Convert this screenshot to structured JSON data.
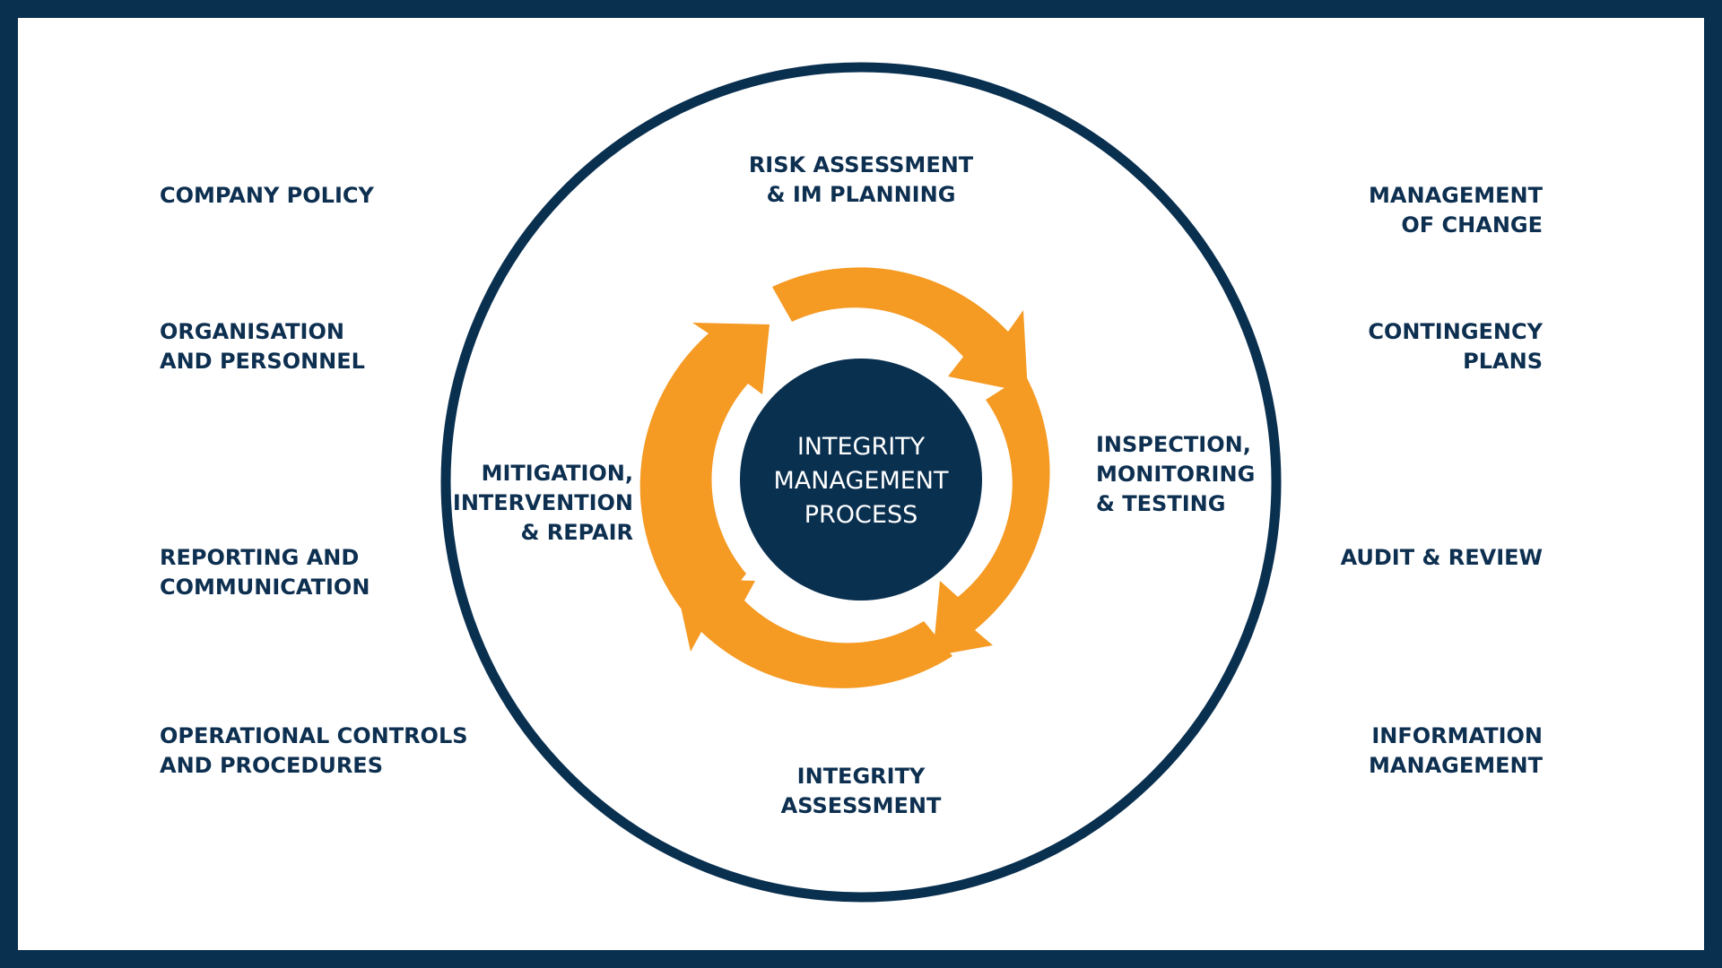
{
  "colors": {
    "navy": "#0a3050",
    "text_navy": "#0d2f50",
    "orange": "#f59a23",
    "white": "#ffffff"
  },
  "core": {
    "lines": [
      "INTEGRITY",
      "MANAGEMENT",
      "PROCESS"
    ]
  },
  "cycle_steps": {
    "top": [
      "RISK ASSESSMENT",
      "& IM PLANNING"
    ],
    "right": [
      "INSPECTION,",
      "MONITORING",
      "& TESTING"
    ],
    "bottom": [
      "INTEGRITY",
      "ASSESSMENT"
    ],
    "left": [
      "MITIGATION,",
      "INTERVENTION",
      "& REPAIR"
    ]
  },
  "left_column": [
    [
      "COMPANY POLICY"
    ],
    [
      "ORGANISATION",
      "AND PERSONNEL"
    ],
    [
      "REPORTING AND",
      "COMMUNICATION"
    ],
    [
      "OPERATIONAL CONTROLS",
      "AND PROCEDURES"
    ]
  ],
  "right_column": [
    [
      "MANAGEMENT",
      "OF CHANGE"
    ],
    [
      "CONTINGENCY",
      "PLANS"
    ],
    [
      "AUDIT & REVIEW"
    ],
    [
      "INFORMATION",
      "MANAGEMENT"
    ]
  ]
}
